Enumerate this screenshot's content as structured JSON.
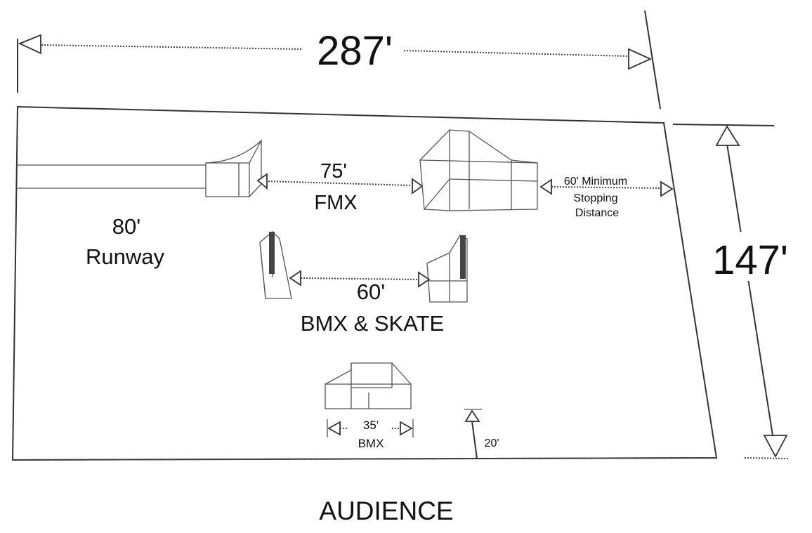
{
  "dimensions": {
    "width": "287'",
    "height": "147'"
  },
  "fmx": {
    "distance": "75'",
    "label": "FMX"
  },
  "runway": {
    "distance": "80'",
    "label": "Runway"
  },
  "stopping": {
    "line1": "60' Minimum",
    "line2": "Stopping",
    "line3": "Distance"
  },
  "bmx_skate": {
    "distance": "60'",
    "label": "BMX & SKATE"
  },
  "bmx": {
    "distance": "35'",
    "label": "BMX"
  },
  "audience_gap": "20'",
  "audience": "AUDIENCE"
}
